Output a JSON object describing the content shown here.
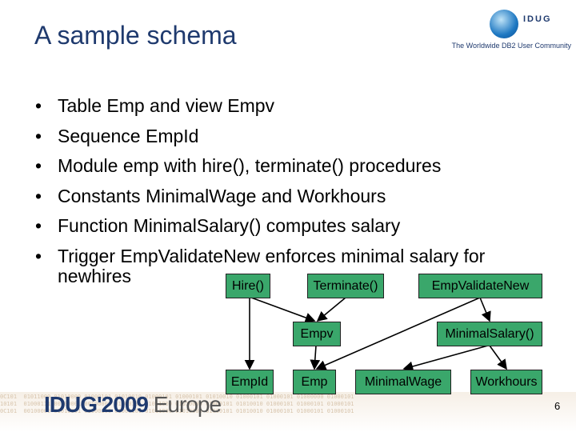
{
  "title": "A sample schema",
  "bullets": [
    "Table Emp and view Empv",
    "Sequence EmpId",
    "Module emp with hire(), terminate() procedures",
    "Constants MinimalWage and Workhours",
    "Function MinimalSalary() computes salary",
    "Trigger EmpValidateNew enforces minimal salary for"
  ],
  "bullet_continuation": "newhires",
  "diagram": {
    "nodes": {
      "hire": "Hire()",
      "terminate": "Terminate()",
      "validate": "EmpValidateNew",
      "empv": "Empv",
      "salary": "MinimalSalary()",
      "empid": "EmpId",
      "emp": "Emp",
      "wage": "MinimalWage",
      "workhours": "Workhours"
    },
    "node_color": "#3aa76b"
  },
  "logo": {
    "name": "IDUG",
    "tagline": "The Worldwide DB2 User Community"
  },
  "footer": {
    "brand": "IDUG",
    "year": "2009",
    "region": "Europe"
  },
  "page_number": "6"
}
